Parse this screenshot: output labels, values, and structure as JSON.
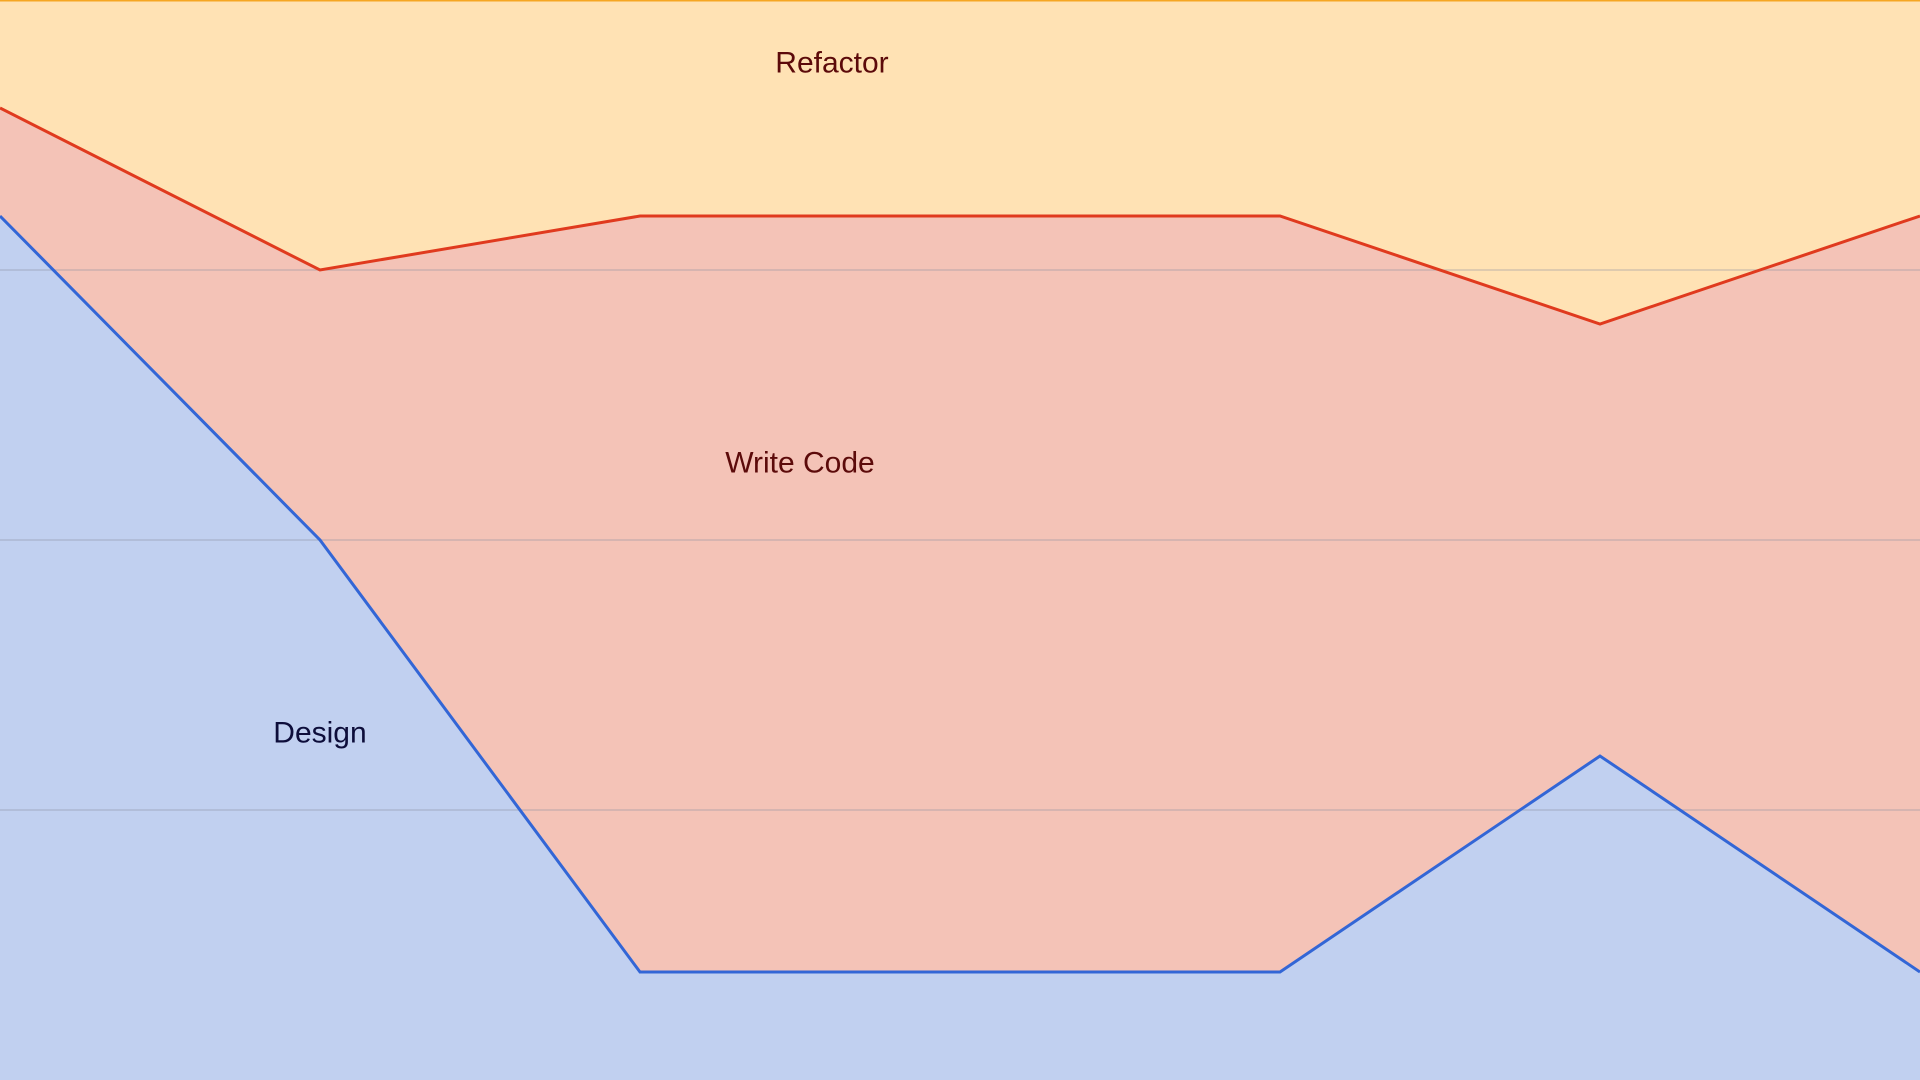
{
  "chart_data": {
    "type": "area",
    "stacked": true,
    "normalized": true,
    "x": [
      0,
      1,
      2,
      3,
      4,
      5,
      6
    ],
    "ylim": [
      0,
      100
    ],
    "grid": true,
    "gridlines": [
      25,
      50,
      75
    ],
    "series": [
      {
        "name": "Design",
        "values": [
          80,
          50,
          10,
          10,
          10,
          30,
          10
        ]
      },
      {
        "name": "Write Code",
        "values": [
          10,
          25,
          70,
          70,
          70,
          40,
          70
        ]
      },
      {
        "name": "Refactor",
        "values": [
          10,
          25,
          20,
          20,
          20,
          30,
          20
        ]
      }
    ],
    "labels": [
      {
        "series": "Refactor",
        "text": "Refactor",
        "x": 2.6,
        "y": 94
      },
      {
        "series": "Write Code",
        "text": "Write Code",
        "x": 2.5,
        "y": 57
      },
      {
        "series": "Design",
        "text": "Design",
        "x": 1.0,
        "y": 32
      }
    ],
    "colors": {
      "Design": {
        "fill": "#c1d0f0",
        "line": "#3366d6",
        "label": "#0d0d3a"
      },
      "Write Code": {
        "fill": "#f4c3b7",
        "line": "#e03a1e",
        "label": "#5c0a0a"
      },
      "Refactor": {
        "fill": "#ffe2b4",
        "line": "#f5a623",
        "label": "#5c0a0a"
      },
      "grid": "#8a8fa0"
    }
  }
}
